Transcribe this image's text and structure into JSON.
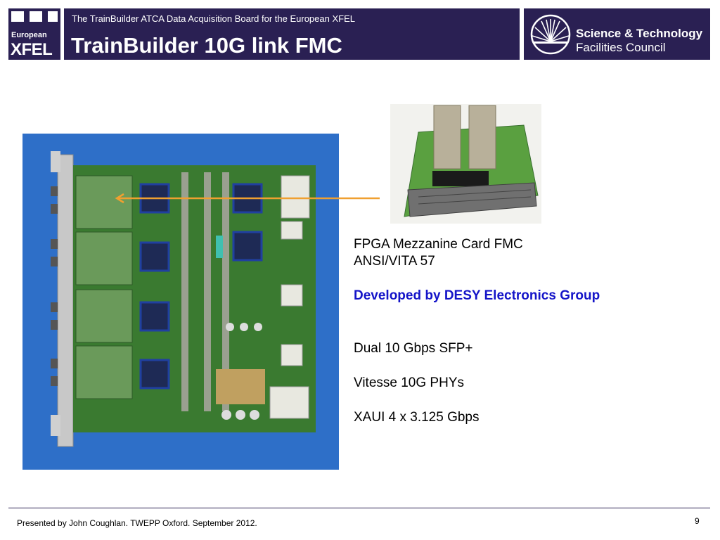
{
  "header": {
    "xfel_logo": {
      "line1": "European",
      "line2": "XFEL"
    },
    "subtitle": "The TrainBuilder ATCA Data Acquisition Board for the European XFEL",
    "title": "TrainBuilder 10G link FMC",
    "stfc_logo": {
      "line1": "Science & Technology",
      "line2": "Facilities Council"
    }
  },
  "content": {
    "lines": [
      "FPGA Mezzanine Card  FMC",
      "ANSI/VITA 57",
      "Developed by DESY Electronics Group",
      "Dual 10 Gbps SFP+",
      "Vitesse 10G PHYs",
      "XAUI  4 x 3.125 Gbps"
    ]
  },
  "colors": {
    "header_bg": "#2a2053",
    "emphasis": "#1414c8",
    "arrow": "#f0a030",
    "board_pcb": "#3a7a30",
    "photo_bg": "#2e6fc8"
  },
  "icons": [
    "xfel-logo",
    "stfc-sunburst-logo",
    "arrow-left"
  ],
  "footer": {
    "presenter": "Presented by John Coughlan. TWEPP Oxford. September  2012.",
    "page": "9"
  }
}
